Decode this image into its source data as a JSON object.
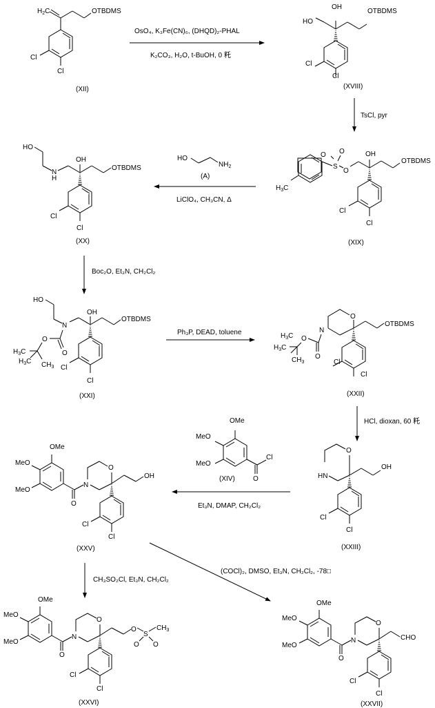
{
  "title": "Synthetic scheme from (XII) to (XXVI) and (XXVII)",
  "compounds": {
    "XII": {
      "label": "(XII)",
      "groups": {
        "tbdms": "OTBDMS",
        "h2c": "H",
        "h2c_sub": "2",
        "h2c_c": "C",
        "cl1": "Cl",
        "cl2": "Cl"
      }
    },
    "XVIII": {
      "label": "(XVIII)",
      "groups": {
        "ho": "HO",
        "oh": "OH",
        "tbdms": "OTBDMS",
        "cl1": "Cl",
        "cl2": "Cl"
      }
    },
    "XIX": {
      "label": "(XIX)",
      "groups": {
        "o1": "O",
        "o2": "O",
        "s": "S",
        "o3": "O",
        "oh": "OH",
        "tbdms": "OTBDMS",
        "h3c": "H",
        "h3c_sub": "3",
        "h3c_c": "C",
        "cl1": "Cl",
        "cl2": "Cl"
      }
    },
    "XX": {
      "label": "(XX)",
      "groups": {
        "ho": "HO",
        "n": "N",
        "h": "H",
        "oh": "OH",
        "tbdms": "OTBDMS",
        "cl1": "Cl",
        "cl2": "Cl"
      }
    },
    "XXI": {
      "label": "(XXI)",
      "groups": {
        "ho": "HO",
        "n": "N",
        "oh": "OH",
        "tbdms": "OTBDMS",
        "o1": "O",
        "o2": "O",
        "h3c_a": "H",
        "h3c_b": "H",
        "ch3": "CH",
        "sub3": "3",
        "c": "C",
        "cl1": "Cl",
        "cl2": "Cl"
      }
    },
    "XXII": {
      "label": "(XXII)",
      "groups": {
        "n": "N",
        "o": "O",
        "tbdms": "OTBDMS",
        "o1": "O",
        "o2": "O",
        "h3c_a": "H",
        "h3c_b": "H",
        "ch3": "CH",
        "sub3": "3",
        "c": "C",
        "cl1": "Cl",
        "cl2": "Cl"
      }
    },
    "XXIII": {
      "label": "(XXIII)",
      "groups": {
        "hn": "HN",
        "o": "O",
        "oh": "OH",
        "cl1": "Cl",
        "cl2": "Cl"
      }
    },
    "XIV": {
      "label": "(XIV)",
      "groups": {
        "ome": "OMe",
        "meo1": "MeO",
        "meo2": "MeO",
        "cl": "Cl",
        "o": "O"
      }
    },
    "XXV": {
      "label": "(XXV)",
      "groups": {
        "ome": "OMe",
        "meo1": "MeO",
        "meo2": "MeO",
        "n": "N",
        "o_ring": "O",
        "o_co": "O",
        "oh": "OH",
        "cl1": "Cl",
        "cl2": "Cl"
      }
    },
    "XXVI": {
      "label": "(XXVI)",
      "groups": {
        "ome": "OMe",
        "meo1": "MeO",
        "meo2": "MeO",
        "n": "N",
        "o_ring": "O",
        "o_co": "O",
        "o_ms": "O",
        "s": "S",
        "ch3": "CH",
        "sub3": "3",
        "so1": "O",
        "so2": "O",
        "cl1": "Cl",
        "cl2": "Cl"
      }
    },
    "XXVII": {
      "label": "(XXVII)",
      "groups": {
        "ome": "OMe",
        "meo1": "MeO",
        "meo2": "MeO",
        "n": "N",
        "o_ring": "O",
        "o_co": "O",
        "cho": "CHO",
        "cl1": "Cl",
        "cl2": "Cl"
      }
    },
    "A": {
      "label": "(A)",
      "groups": {
        "ho": "HO",
        "nh2": "NH",
        "sub2": "2"
      }
    }
  },
  "steps": [
    {
      "from": "XII",
      "to": "XVIII",
      "above": "OsO₄, K₃Fe(CN)₆, (DHQD)₂-PHAL",
      "below": "K₂CO₃, H₂O, t-BuOH, 0 籷"
    },
    {
      "from": "XVIII",
      "to": "XIX",
      "side": "TsCl, pyr"
    },
    {
      "from": "XIX",
      "to": "XX",
      "reagent": "A",
      "below": "LiClO₄, CH₃CN, Δ"
    },
    {
      "from": "XX",
      "to": "XXI",
      "side": "Boc₂O, Et₃N, CH₂Cl₂"
    },
    {
      "from": "XXI",
      "to": "XXII",
      "above": "Ph₃P, DEAD, toluene"
    },
    {
      "from": "XXII",
      "to": "XXIII",
      "side": "HCl, dioxan, 60 籷"
    },
    {
      "from": "XXIII",
      "to": "XXV",
      "reagent": "XIV",
      "below": "Et₃N, DMAP, CH₂Cl₂"
    },
    {
      "from": "XXV",
      "to": "XXVI",
      "side": "CH₃SO₂Cl, Et₃N, CH₂Cl₂"
    },
    {
      "from": "XXV",
      "to": "XXVII",
      "above": "(COCl)₂, DMSO, Et₃N, CH₂Cl₂, -78□"
    }
  ]
}
